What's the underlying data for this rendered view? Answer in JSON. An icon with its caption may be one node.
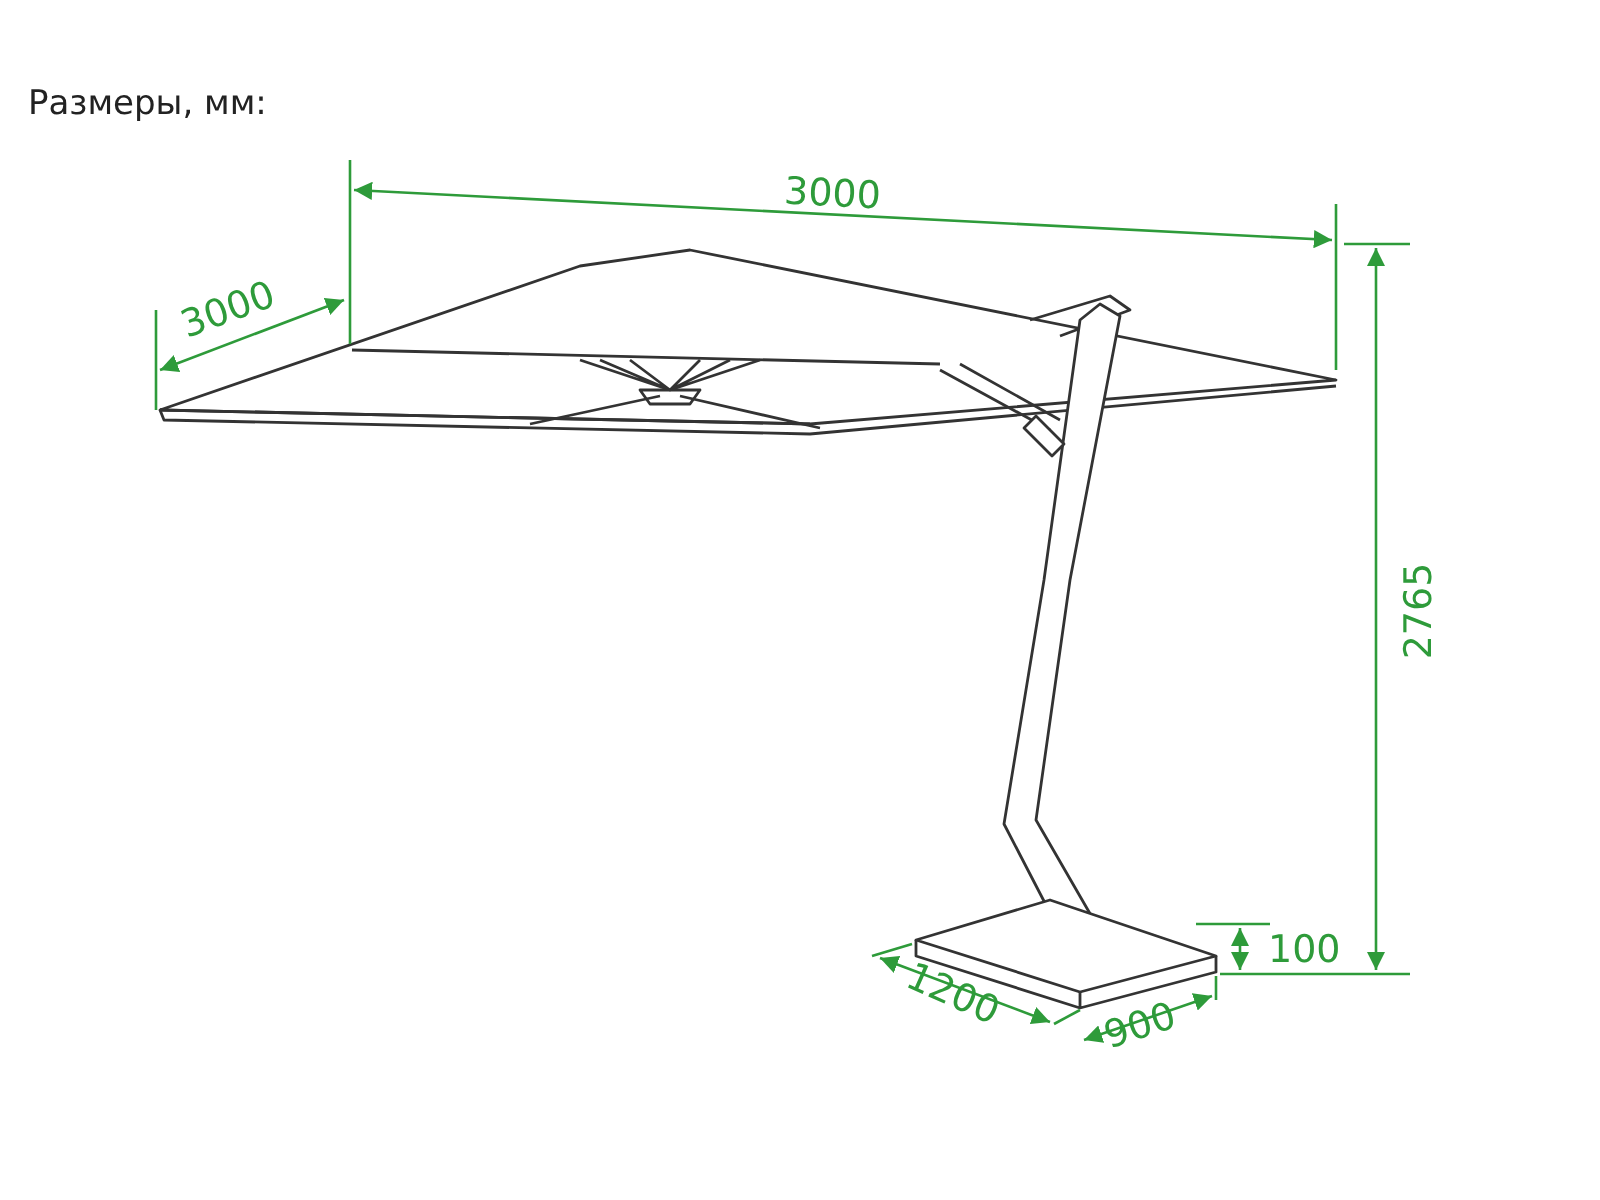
{
  "diagram": {
    "labels": [
      "Размеры, мм:",
      "3000",
      "3000",
      "2765",
      "100",
      "1200",
      "900"
    ]
  }
}
